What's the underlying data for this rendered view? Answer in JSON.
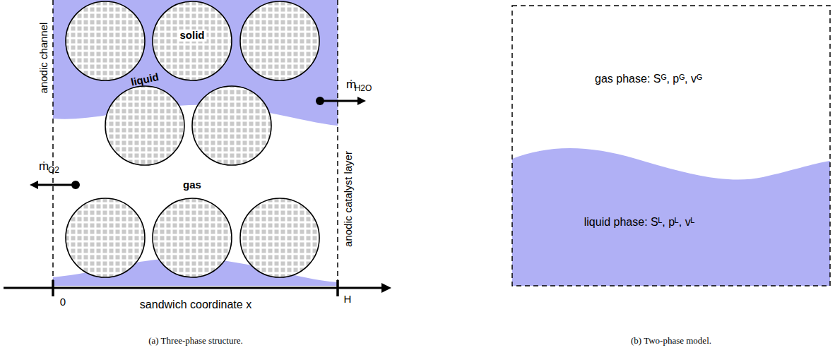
{
  "diagram": {
    "labels": [
      "anodic channel",
      "solid",
      "liquid",
      "ṁ",
      "H2O",
      "ṁ",
      "O2",
      "gas",
      "anodic catalyst layer",
      "0",
      "sandwich coordinate x",
      "H",
      "(a) Three-phase structure.",
      "gas phase: Sᴳ, pᴳ, vᴳ",
      "liquid phase: Sᴸ, pᴸ, vᴸ",
      "(b) Two-phase model."
    ]
  }
}
